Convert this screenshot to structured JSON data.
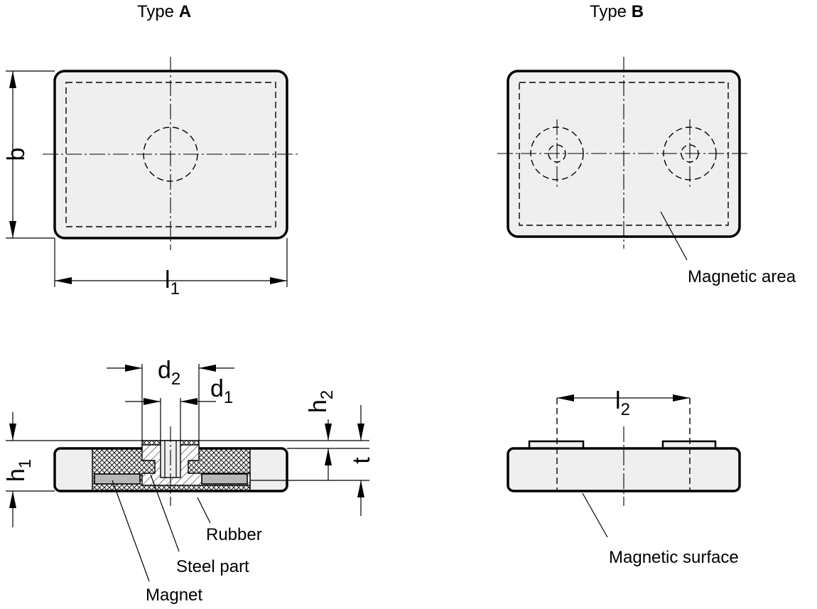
{
  "drawing": {
    "type_a": {
      "prefix": "Type ",
      "letter": "A"
    },
    "type_b": {
      "prefix": "Type ",
      "letter": "B"
    },
    "dims": {
      "b": "b",
      "l1": {
        "main": "l",
        "sub": "1"
      },
      "d2": {
        "main": "d",
        "sub": "2"
      },
      "d1": {
        "main": "d",
        "sub": "1"
      },
      "h2": {
        "main": "h",
        "sub": "2"
      },
      "h1": {
        "main": "h",
        "sub": "1"
      },
      "t": "t",
      "l2": {
        "main": "l",
        "sub": "2"
      }
    },
    "labels": {
      "magnetic_area": "Magnetic area",
      "rubber": "Rubber",
      "steel_part": "Steel part",
      "magnet": "Magnet",
      "magnetic_surface": "Magnetic surface"
    }
  }
}
